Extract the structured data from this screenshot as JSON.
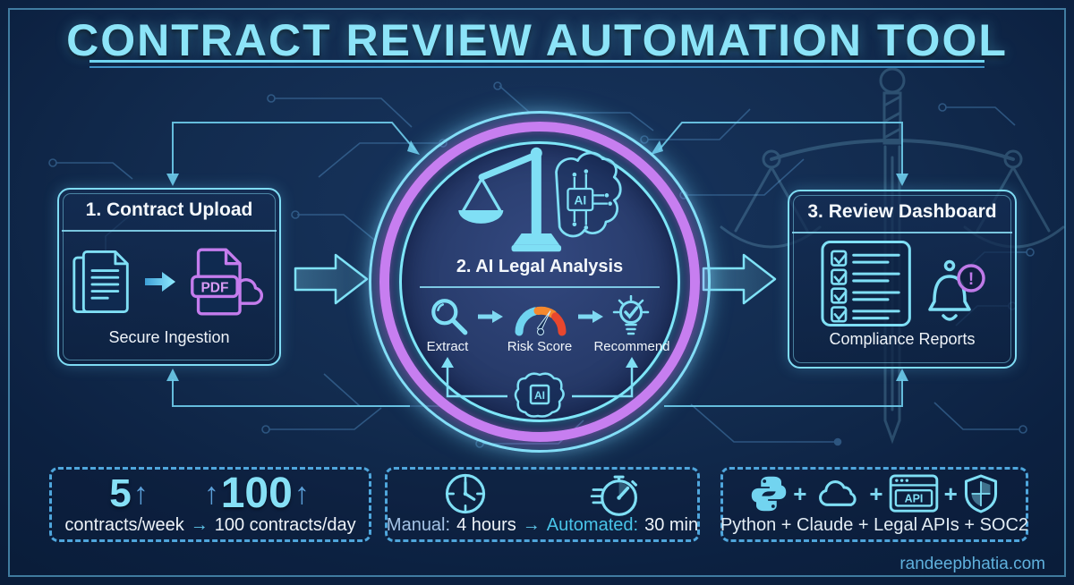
{
  "title": "CONTRACT REVIEW AUTOMATION TOOL",
  "steps": {
    "upload": {
      "title": "1. Contract Upload",
      "caption": "Secure Ingestion",
      "pdf_label": "PDF"
    },
    "analysis": {
      "title": "2. AI Legal Analysis",
      "ai_chip_label": "AI",
      "ai_bottom_label": "AI",
      "substeps": [
        {
          "label": "Extract"
        },
        {
          "label": "Risk Score"
        },
        {
          "label": "Recommend"
        }
      ]
    },
    "dashboard": {
      "title": "3. Review Dashboard",
      "caption": "Compliance Reports",
      "alert_glyph": "!"
    }
  },
  "stats": {
    "throughput": {
      "before_value": "5",
      "up_arrow": "↑",
      "after_value": "100",
      "caption_left": "contracts/week",
      "caption_arrow": "→",
      "caption_right": "100 contracts/day"
    },
    "time_savings": {
      "manual_label": "Manual:",
      "manual_value": "4 hours",
      "arrow": "→",
      "automated_label": "Automated:",
      "automated_value": "30 min"
    },
    "tech_stack": {
      "plus": "+",
      "api_label": "API",
      "caption": "Python + Claude + Legal APIs + SOC2"
    }
  },
  "footer": {
    "website": "randeepbhatia.com"
  },
  "icons": {
    "upload": [
      "documents-icon",
      "arrow-right-icon",
      "pdf-cloud-icon"
    ],
    "analysis": [
      "scales-ai-brain-icon",
      "magnifier-icon",
      "gauge-icon",
      "lightbulb-check-icon",
      "ai-brain-chip-icon"
    ],
    "dashboard": [
      "checklist-icon",
      "alert-bell-icon"
    ],
    "stats": [
      "clock-icon",
      "stopwatch-icon",
      "python-icon",
      "cloud-icon",
      "api-window-icon",
      "shield-icon"
    ]
  },
  "colors": {
    "background": "#0d2343",
    "accent_cyan": "#7fd9f2",
    "accent_purple": "#c77ef0",
    "text_white": "#f2f6fa",
    "arrow_blue": "#5b9fd8",
    "risk_red": "#e8472e",
    "risk_orange": "#f5882d",
    "dashed_border": "#4fa6dc",
    "footer_text": "#5fb0dc"
  }
}
